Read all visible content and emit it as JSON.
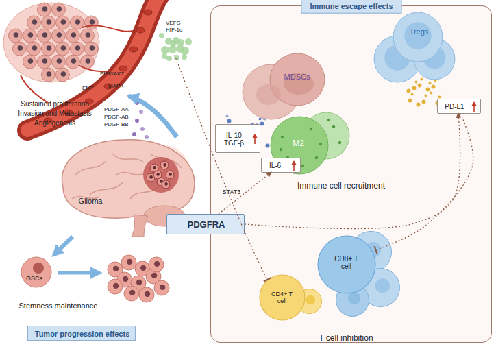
{
  "diagram": {
    "nodes": [
      {
        "text": [
          "Immune escape effects"
        ]
      },
      {
        "text": [
          "MDSCs"
        ],
        "in": 0
      },
      {
        "text": [
          "Tregs"
        ],
        "in": 0
      },
      {
        "text": [
          "PD-L1"
        ],
        "in": 0
      },
      {
        "text": [
          "IL-10 TGF-β"
        ],
        "in": 0
      },
      {
        "text": [
          "M2"
        ],
        "in": 0
      },
      {
        "text": [
          "IL-6"
        ],
        "in": 0
      },
      {
        "text": [
          "Glioma"
        ]
      },
      {
        "text": [
          "PDGFRA"
        ]
      },
      {
        "text": [
          "CD4+ T cell"
        ],
        "in": 0
      },
      {
        "text": [
          "CD8+ T cell"
        ],
        "in": 0
      },
      {
        "text": [
          "GSCs"
        ]
      },
      {
        "text": [
          "Tumor progression effects"
        ]
      }
    ],
    "edges": [
      {
        "from": 8,
        "to": 3,
        "arrow": "to"
      },
      {
        "from": 3,
        "to": 10,
        "arrow": "to"
      },
      {
        "from": 8,
        "to": 6,
        "label": "STAT3",
        "arrow": "to"
      },
      {
        "from": 7,
        "to": 11,
        "arrow": "to"
      }
    ],
    "labels": [
      "VEFG",
      "HIF-1α",
      "PI3K/AKT",
      "MAPK",
      "EMT",
      "Sustained proliferation",
      "Invasion and Metastasis",
      "Angiogenesis",
      "PDGF-AA",
      "PDGF-AB",
      "PDGF-BB",
      "Stemness maintenance",
      "Immune cell recruitment",
      "T cell inhibition"
    ]
  }
}
